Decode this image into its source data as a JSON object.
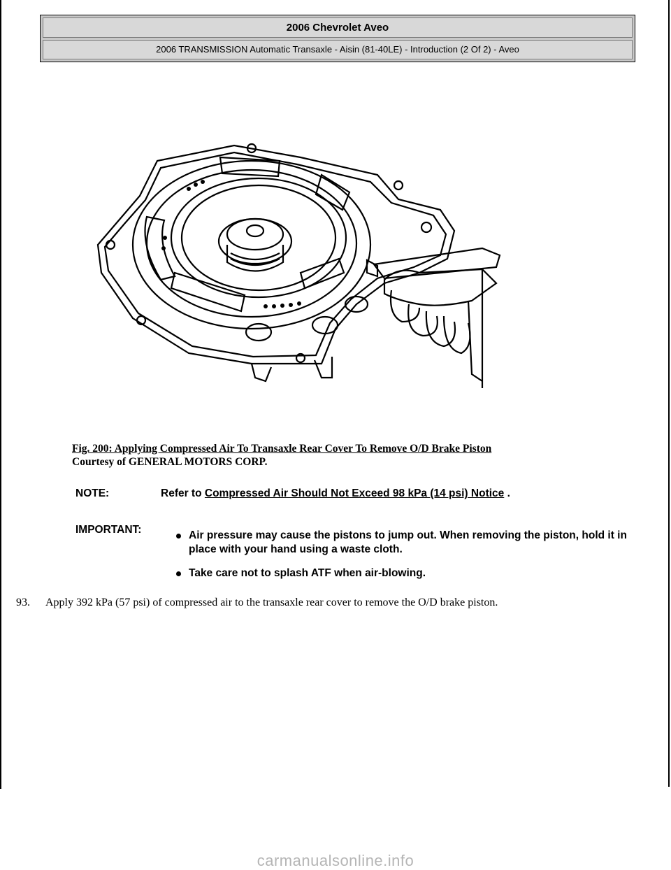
{
  "header": {
    "title": "2006 Chevrolet Aveo",
    "subtitle": "2006 TRANSMISSION Automatic Transaxle - Aisin (81-40LE) - Introduction (2 Of 2) - Aveo"
  },
  "figure": {
    "caption_title": "Fig. 200: Applying Compressed Air To Transaxle Rear Cover To Remove O/D Brake Piston",
    "courtesy": "Courtesy of GENERAL MOTORS CORP."
  },
  "note": {
    "label": "NOTE:",
    "prefix": "Refer to",
    "link": "Compressed Air Should Not Exceed 98 kPa (14 psi) Notice",
    "suffix": "."
  },
  "important": {
    "label": "IMPORTANT:",
    "items": [
      "Air pressure may cause the pistons to jump out. When removing the piston, hold it in place with your hand using a waste cloth.",
      "Take care not to splash ATF when air-blowing."
    ]
  },
  "step": {
    "number": "93.",
    "text": "Apply 392 kPa (57 psi) of compressed air to the transaxle rear cover to remove the O/D brake piston."
  },
  "watermark": "carmanualsonline.info"
}
